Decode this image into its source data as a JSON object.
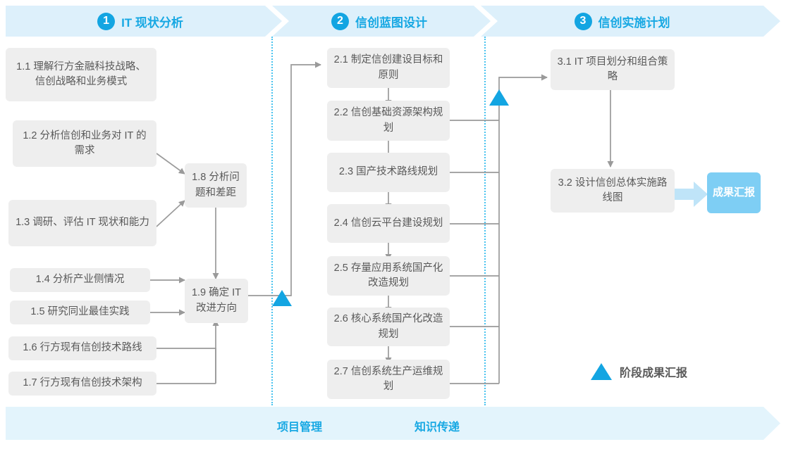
{
  "phases": [
    {
      "num": "1",
      "label": "IT 现状分析"
    },
    {
      "num": "2",
      "label": "信创蓝图设计"
    },
    {
      "num": "3",
      "label": "信创实施计划"
    }
  ],
  "phase1_tasks": [
    {
      "id": "1.1",
      "text": "1.1 理解行方金融科技战略、信创战略和业务模式"
    },
    {
      "id": "1.2",
      "text": "1.2 分析信创和业务对 IT 的需求"
    },
    {
      "id": "1.3",
      "text": "1.3 调研、评估 IT 现状和能力"
    },
    {
      "id": "1.4",
      "text": "1.4 分析产业侧情况"
    },
    {
      "id": "1.5",
      "text": "1.5 研究同业最佳实践"
    },
    {
      "id": "1.6",
      "text": "1.6 行方现有信创技术路线"
    },
    {
      "id": "1.7",
      "text": "1.7 行方现有信创技术架构"
    },
    {
      "id": "1.8",
      "text": "1.8 分析问题和差距"
    },
    {
      "id": "1.9",
      "text": "1.9 确定 IT 改进方向"
    }
  ],
  "phase2_tasks": [
    {
      "id": "2.1",
      "text": "2.1 制定信创建设目标和原则"
    },
    {
      "id": "2.2",
      "text": "2.2 信创基础资源架构规划"
    },
    {
      "id": "2.3",
      "text": "2.3 国产技术路线规划"
    },
    {
      "id": "2.4",
      "text": "2.4 信创云平台建设规划"
    },
    {
      "id": "2.5",
      "text": "2.5 存量应用系统国产化改造规划"
    },
    {
      "id": "2.6",
      "text": "2.6 核心系统国产化改造规划"
    },
    {
      "id": "2.7",
      "text": "2.7 信创系统生产运维规划"
    }
  ],
  "phase3_tasks": [
    {
      "id": "3.1",
      "text": "3.1 IT 项目划分和组合策略"
    },
    {
      "id": "3.2",
      "text": "3.2 设计信创总体实施路线图"
    }
  ],
  "deliverable": {
    "text": "成果汇报"
  },
  "legend": {
    "label": "阶段成果汇报",
    "marker": "triangle-icon"
  },
  "footer": {
    "labels": [
      "项目管理",
      "知识传递"
    ]
  },
  "colors": {
    "accent": "#13a5e2",
    "banner_bg": "#ddf0fb",
    "footer_bg": "#e3f4fc",
    "box_bg": "#eeeeee",
    "box_text": "#595959",
    "chip_bg": "#7ecef4",
    "wire": "#9a9a9a",
    "divider": "#49c3ef"
  }
}
